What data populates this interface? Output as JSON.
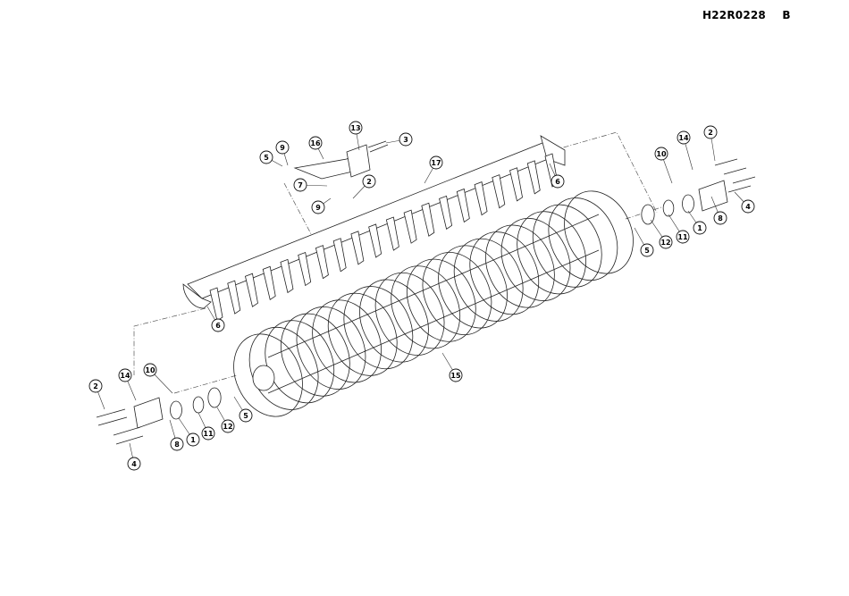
{
  "document": {
    "code": "H22R0228",
    "revision": "B"
  },
  "callouts": [
    {
      "id": "c-2a",
      "label": "2"
    },
    {
      "id": "c-14a",
      "label": "14"
    },
    {
      "id": "c-10a",
      "label": "10"
    },
    {
      "id": "c-8a",
      "label": "8"
    },
    {
      "id": "c-1a",
      "label": "1"
    },
    {
      "id": "c-11a",
      "label": "11"
    },
    {
      "id": "c-12a",
      "label": "12"
    },
    {
      "id": "c-5a",
      "label": "5"
    },
    {
      "id": "c-4a",
      "label": "4"
    },
    {
      "id": "c-6a",
      "label": "6"
    },
    {
      "id": "c-15",
      "label": "15"
    },
    {
      "id": "c-17",
      "label": "17"
    },
    {
      "id": "c-16",
      "label": "16"
    },
    {
      "id": "c-13",
      "label": "13"
    },
    {
      "id": "c-3",
      "label": "3"
    },
    {
      "id": "c-9a",
      "label": "9"
    },
    {
      "id": "c-5b",
      "label": "5"
    },
    {
      "id": "c-7",
      "label": "7"
    },
    {
      "id": "c-9b",
      "label": "9"
    },
    {
      "id": "c-2b",
      "label": "2"
    },
    {
      "id": "c-6b",
      "label": "6"
    },
    {
      "id": "c-10b",
      "label": "10"
    },
    {
      "id": "c-14b",
      "label": "14"
    },
    {
      "id": "c-2c",
      "label": "2"
    },
    {
      "id": "c-8b",
      "label": "8"
    },
    {
      "id": "c-4b",
      "label": "4"
    },
    {
      "id": "c-1b",
      "label": "1"
    },
    {
      "id": "c-11b",
      "label": "11"
    },
    {
      "id": "c-12b",
      "label": "12"
    },
    {
      "id": "c-5c",
      "label": "5"
    }
  ]
}
